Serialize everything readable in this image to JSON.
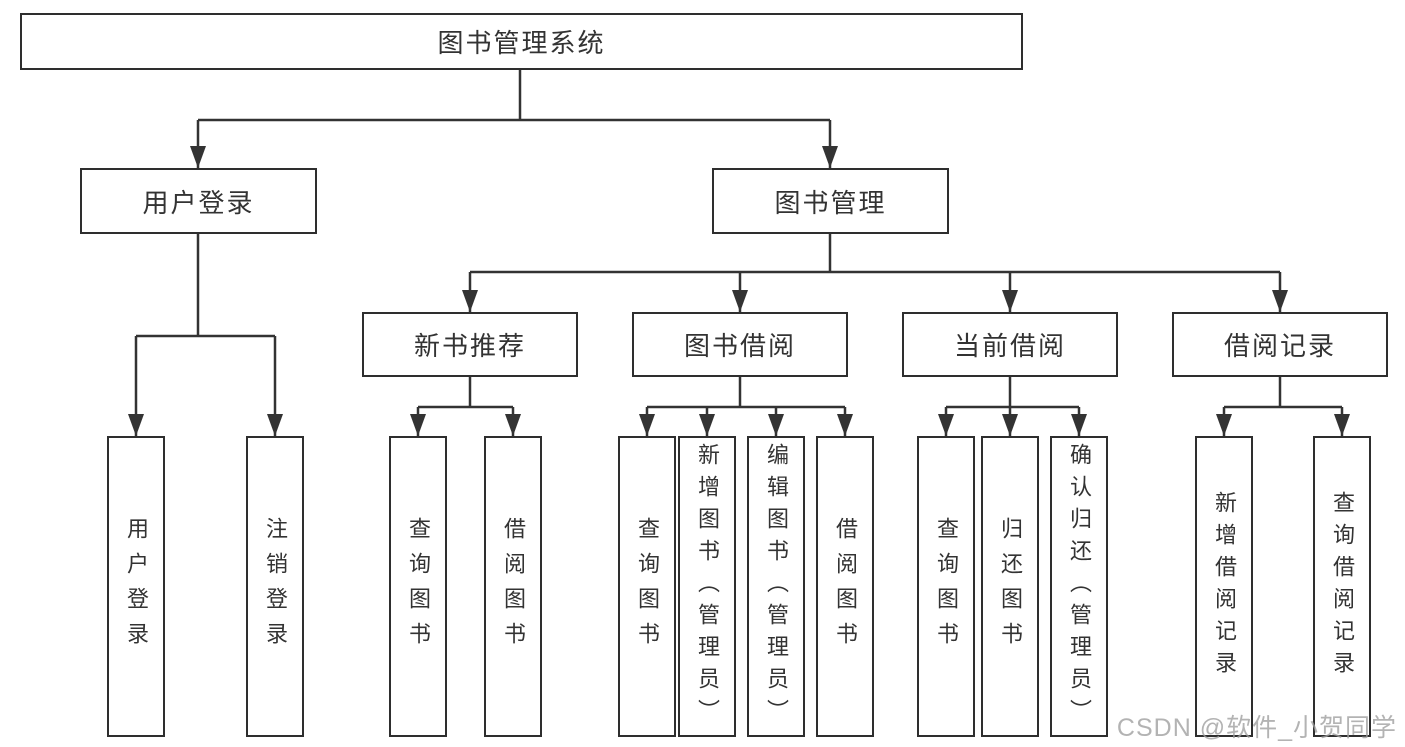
{
  "tree": {
    "label": "图书管理系统",
    "children": [
      {
        "label": "用户登录",
        "children": [
          {
            "label": "用户登录"
          },
          {
            "label": "注销登录"
          }
        ]
      },
      {
        "label": "图书管理",
        "children": [
          {
            "label": "新书推荐",
            "children": [
              {
                "label": "查询图书"
              },
              {
                "label": "借阅图书"
              }
            ]
          },
          {
            "label": "图书借阅",
            "children": [
              {
                "label": "查询图书"
              },
              {
                "label": "新增图书（管理员）"
              },
              {
                "label": "编辑图书（管理员）"
              },
              {
                "label": "借阅图书"
              }
            ]
          },
          {
            "label": "当前借阅",
            "children": [
              {
                "label": "查询图书"
              },
              {
                "label": "归还图书"
              },
              {
                "label": "确认归还（管理员）"
              }
            ]
          },
          {
            "label": "借阅记录",
            "children": [
              {
                "label": "新增借阅记录"
              },
              {
                "label": "查询借阅记录"
              }
            ]
          }
        ]
      }
    ]
  },
  "watermark": "CSDN @软件_小贺同学",
  "colors": {
    "line": "#333333",
    "box_border": "#2e2e2e",
    "background": "#ffffff",
    "watermark_text": "#9e9e9e"
  }
}
